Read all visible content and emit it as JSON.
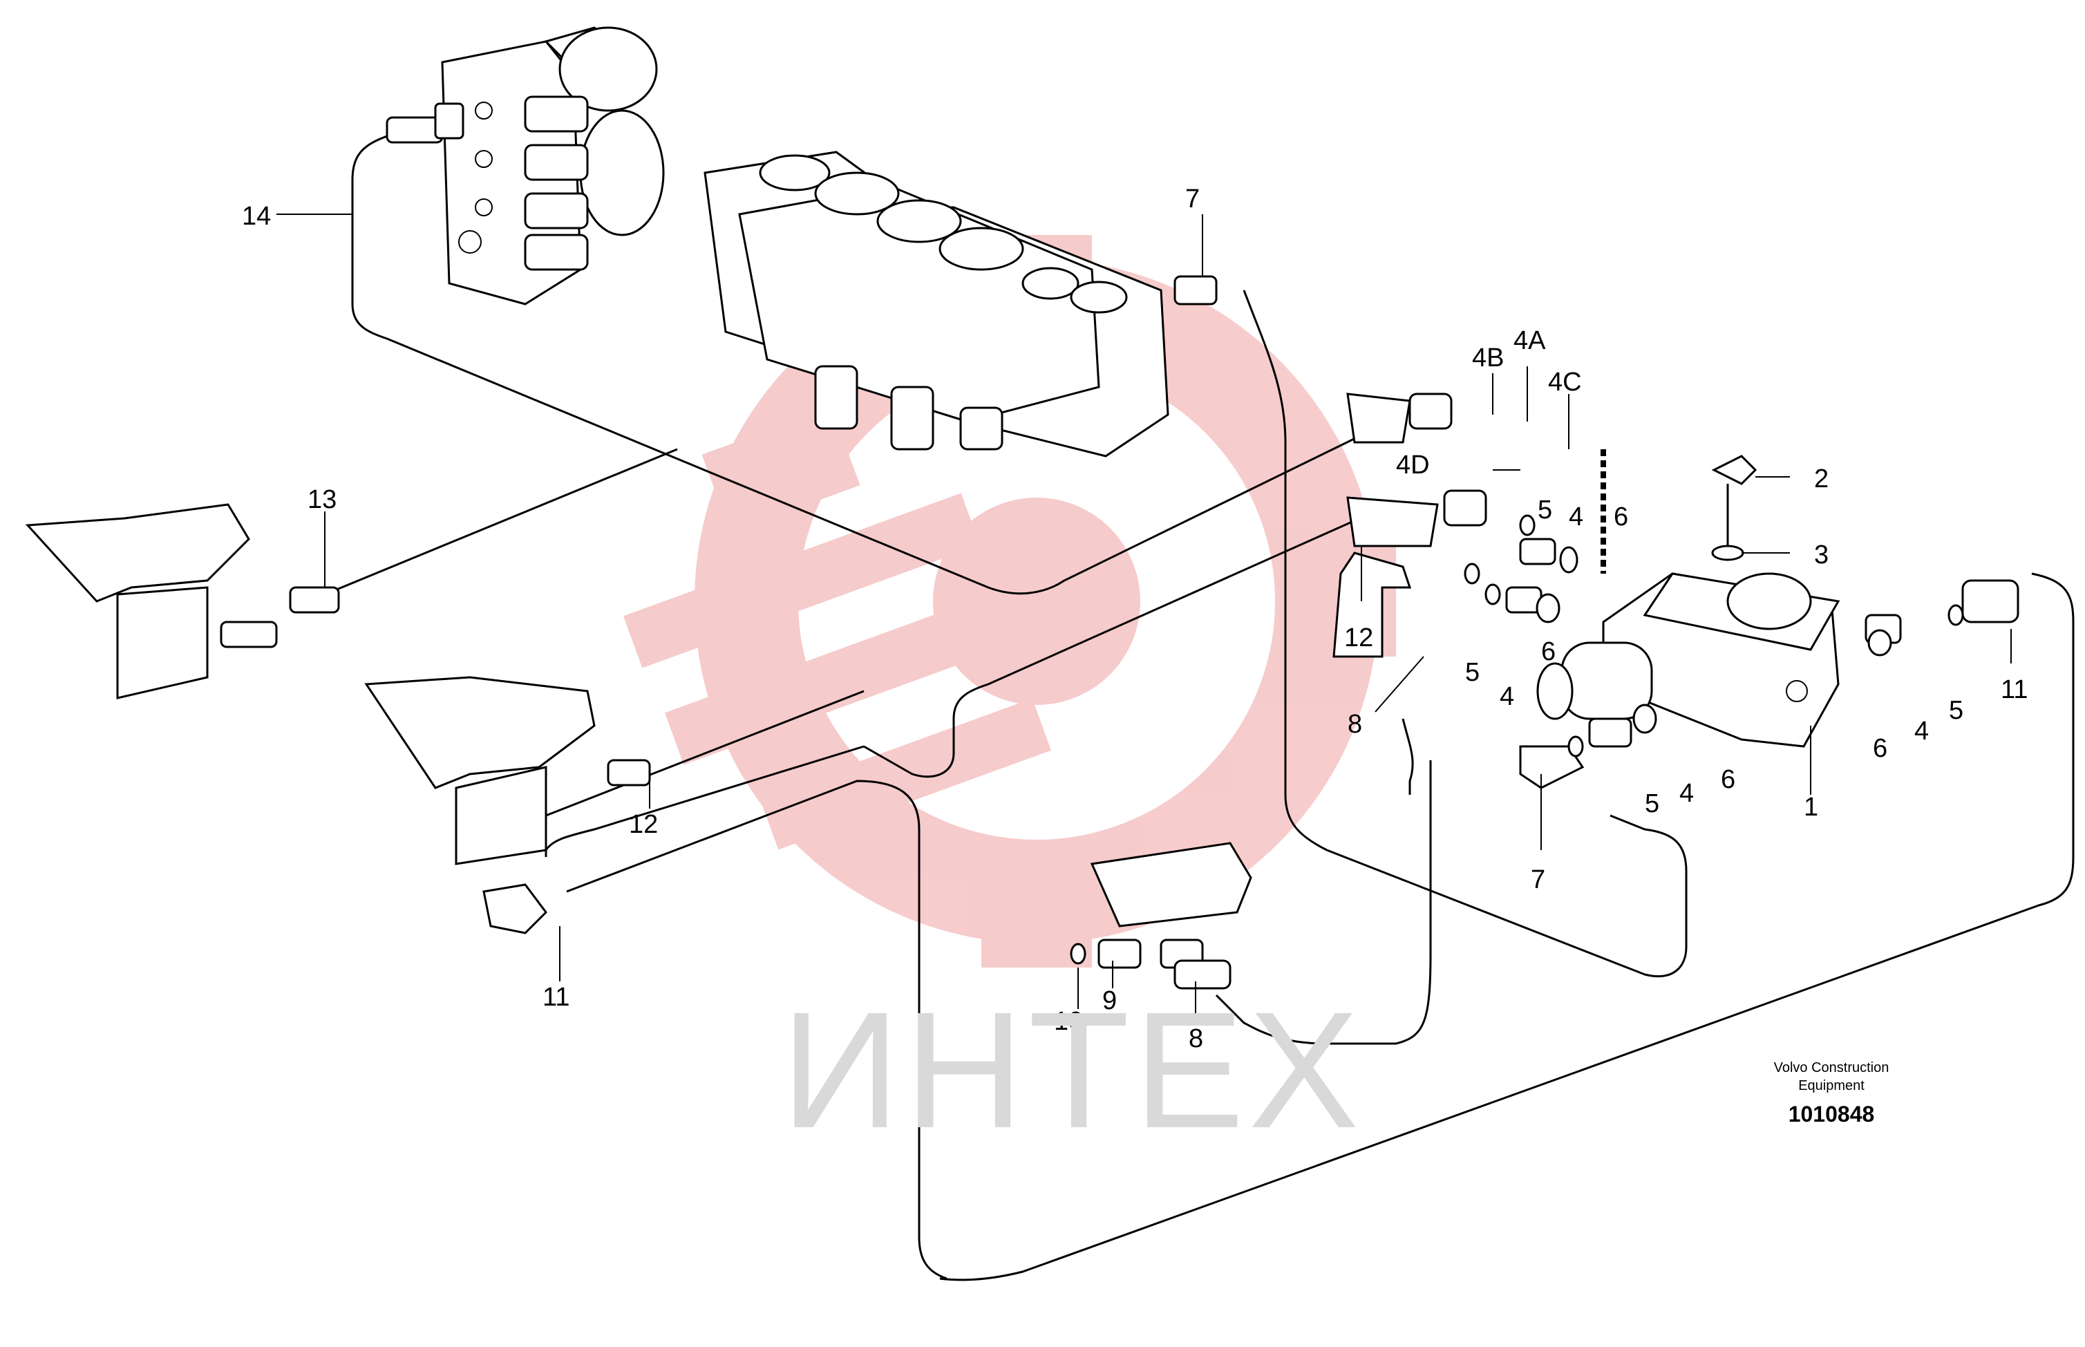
{
  "diagram": {
    "brand_line1": "Volvo Construction",
    "brand_line2": "Equipment",
    "drawing_number": "1010848",
    "watermark_text": "ИНТЕХ",
    "callouts": {
      "c1": "1",
      "c2": "2",
      "c3": "3",
      "c4a": "4",
      "c4b": "4",
      "c4c": "4",
      "c4d": "4",
      "c4A": "4A",
      "c4B": "4B",
      "c4C": "4C",
      "c4D": "4D",
      "c5a": "5",
      "c5b": "5",
      "c5c": "5",
      "c5d": "5",
      "c6a": "6",
      "c6b": "6",
      "c6c": "6",
      "c6d": "6",
      "c7a": "7",
      "c7b": "7",
      "c8a": "8",
      "c8b": "8",
      "c9": "9",
      "c10": "10",
      "c11a": "11",
      "c11b": "11",
      "c12a": "12",
      "c12b": "12",
      "c13": "13",
      "c14": "14"
    },
    "colors": {
      "line": "#000000",
      "watermark": "#f2b8b8",
      "watermark_text": "#d9d9d9"
    }
  }
}
